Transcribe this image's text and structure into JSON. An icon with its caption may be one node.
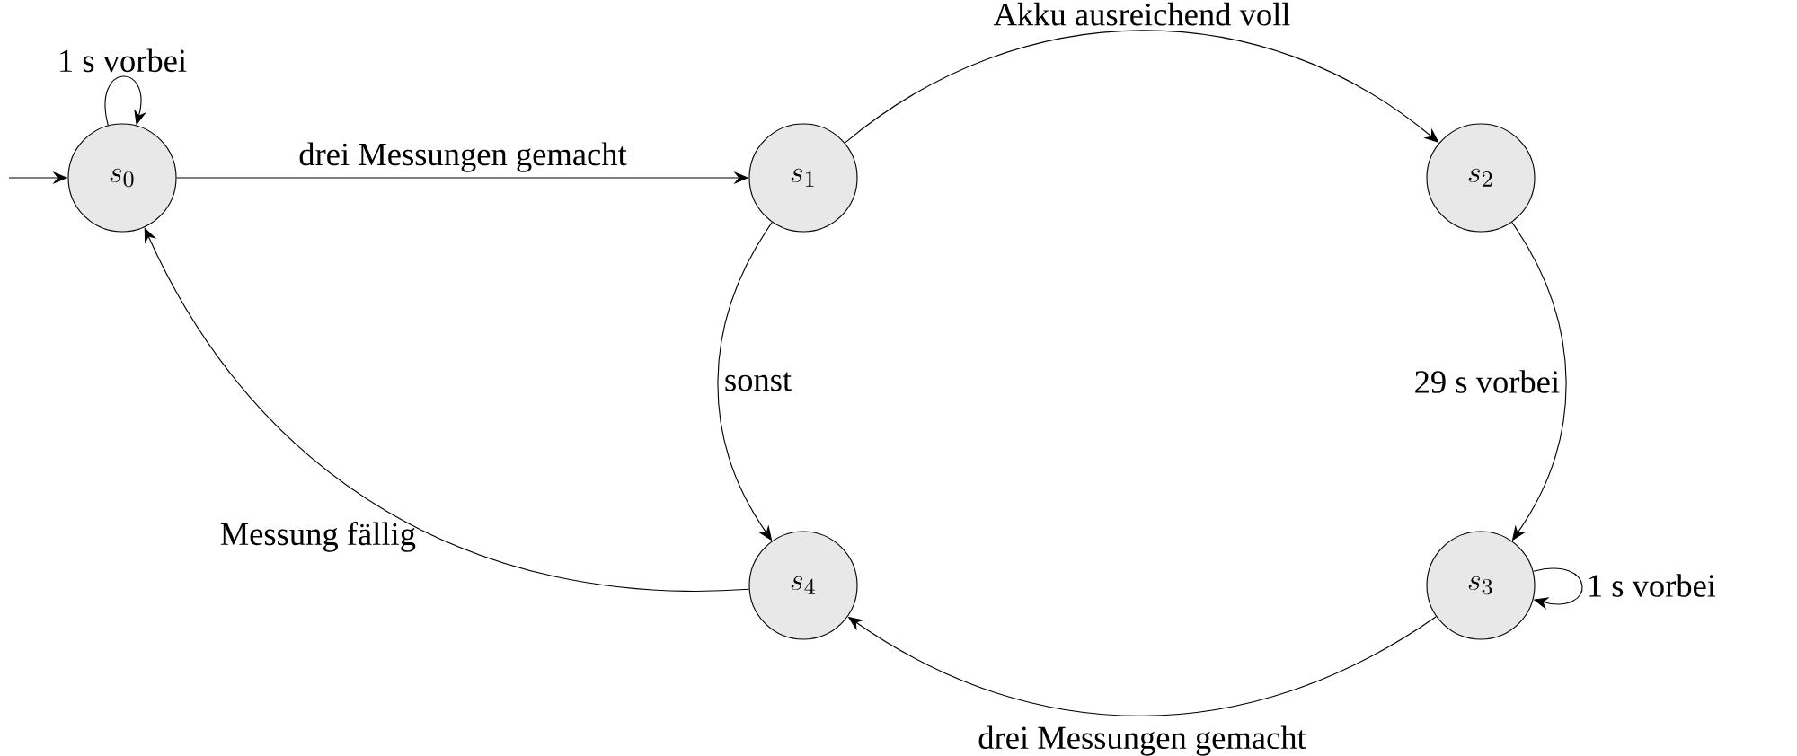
{
  "diagram": {
    "nodes": [
      {
        "text": [
          "s_0"
        ]
      },
      {
        "text": [
          "s_1"
        ]
      },
      {
        "text": [
          "s_2"
        ]
      },
      {
        "text": [
          "s_3"
        ]
      },
      {
        "text": [
          "s_4"
        ]
      }
    ],
    "edges": [
      {
        "from": null,
        "to": 0,
        "arrow": "to"
      },
      {
        "from": 0,
        "to": 0,
        "arrow": "to",
        "label": "1 s vorbei"
      },
      {
        "from": 0,
        "to": 1,
        "arrow": "to",
        "label": "drei Messungen gemacht"
      },
      {
        "from": 1,
        "to": 2,
        "arrow": "to",
        "label": "Akku ausreichend voll"
      },
      {
        "from": 1,
        "to": 4,
        "arrow": "to",
        "label": "sonst"
      },
      {
        "from": 2,
        "to": 3,
        "arrow": "to",
        "label": "29 s vorbei"
      },
      {
        "from": 3,
        "to": 3,
        "arrow": "to",
        "label": "1 s vorbei"
      },
      {
        "from": 3,
        "to": 4,
        "arrow": "to",
        "label": "drei Messungen gemacht"
      },
      {
        "from": 4,
        "to": 0,
        "arrow": "to",
        "label": "Messung fällig"
      }
    ]
  }
}
